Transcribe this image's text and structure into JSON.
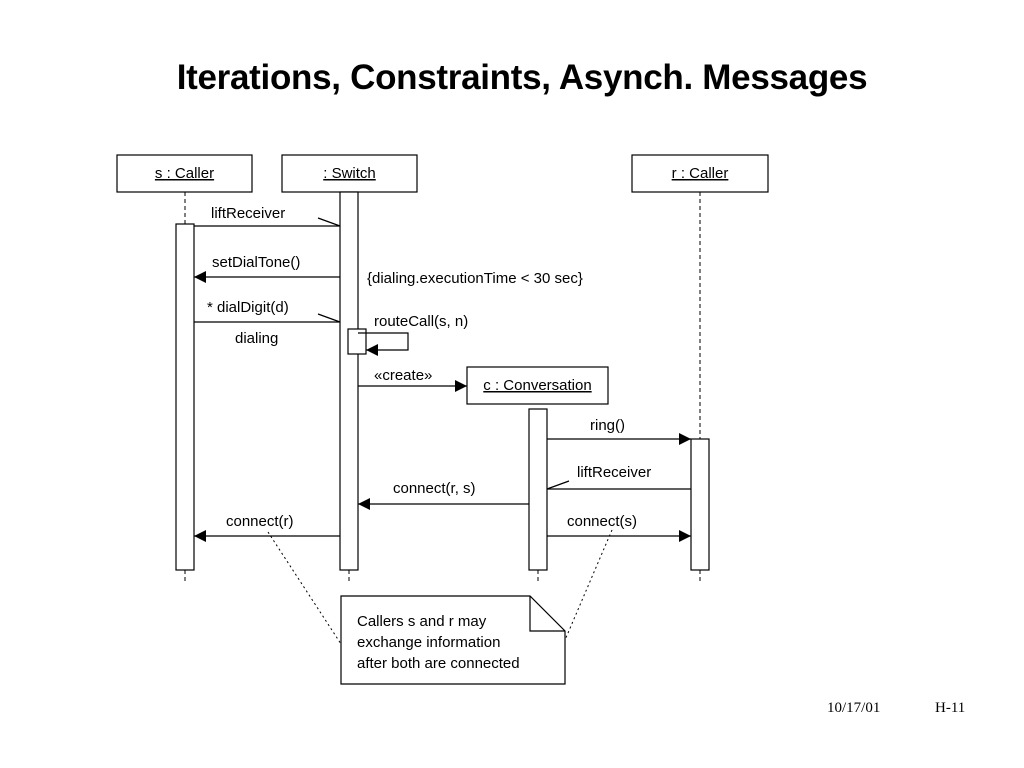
{
  "slide": {
    "title": "Iterations, Constraints, Asynch. Messages"
  },
  "objects": {
    "s_caller": "s : Caller",
    "switch": ": Switch",
    "r_caller": "r : Caller",
    "conversation": "c : Conversation"
  },
  "messages": {
    "lift_receiver_1": "liftReceiver",
    "set_dial_tone": "setDialTone()",
    "dial_digit": "* dialDigit(d)",
    "dialing": "dialing",
    "route_call": "routeCall(s, n)",
    "create": "«create»",
    "ring": "ring()",
    "lift_receiver_2": "liftReceiver",
    "connect_rs": "connect(r, s)",
    "connect_r": "connect(r)",
    "connect_s": "connect(s)"
  },
  "constraint": "{dialing.executionTime < 30 sec}",
  "note": {
    "line1": "Callers s and r may",
    "line2": "exchange information",
    "line3": "after both are connected"
  },
  "footer": {
    "date": "10/17/01",
    "page": "H-11"
  }
}
